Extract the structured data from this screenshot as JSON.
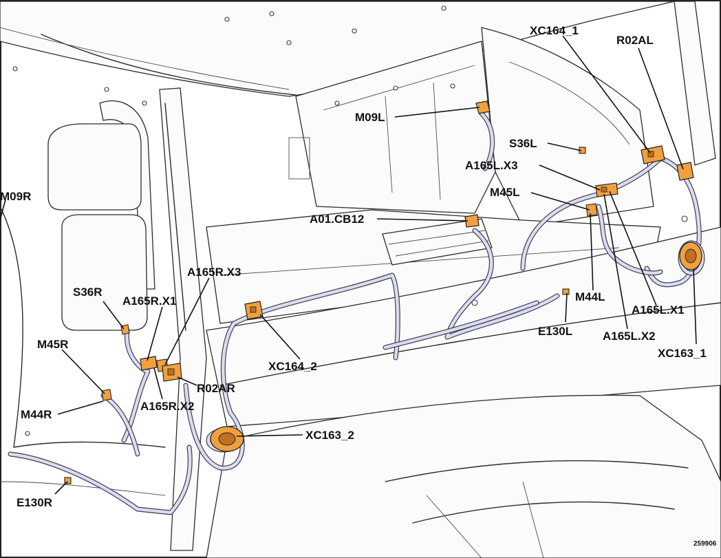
{
  "figure_number": "259906",
  "component_color": "#f0a040",
  "harness_color": "#dcdcf0",
  "labels": {
    "xc164_1": "XC164_1",
    "r02al": "R02AL",
    "m09l": "M09L",
    "s36l": "S36L",
    "a165l_x3": "A165L.X3",
    "m45l": "M45L",
    "a01_cb12": "A01.CB12",
    "m09r": "M09R",
    "a165r_x3": "A165R.X3",
    "s36r": "S36R",
    "a165r_x1": "A165R.X1",
    "m45r": "M45R",
    "m44r": "M44R",
    "a165r_x2": "A165R.X2",
    "r02ar": "R02AR",
    "xc164_2": "XC164_2",
    "xc163_2": "XC163_2",
    "e130r": "E130R",
    "m44l": "M44L",
    "e130l": "E130L",
    "a165l_x1": "A165L.X1",
    "a165l_x2": "A165L.X2",
    "xc163_1": "XC163_1"
  }
}
